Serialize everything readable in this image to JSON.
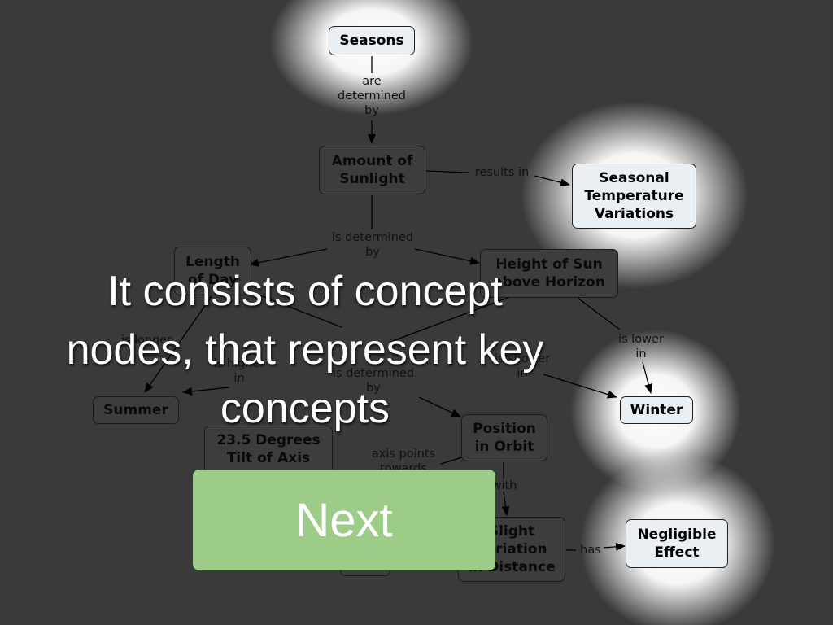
{
  "colors": {
    "background": "#3a3a3a",
    "highlighted_node": "#e9eff2",
    "dim_node": "#3d3d3d",
    "next_button": "#9ccc87",
    "overlay_text": "#ffffff"
  },
  "concept_map": {
    "nodes": {
      "seasons": "Seasons",
      "amount_sunlight": "Amount of\nSunlight",
      "seasonal_temp": "Seasonal\nTemperature\nVariations",
      "length_of_day": "Length\nof Day",
      "height_of_sun": "Height of Sun\nabove Horizon",
      "summer": "Summer",
      "winter": "Winter",
      "position_in_orbit": "Position\nin Orbit",
      "tilt_of_axis": "23.5 Degrees\nTilt of Axis",
      "slight_variation": "Slight\nVariation\nin Distance",
      "negligible_effect": "Negligible\nEffect"
    },
    "links": {
      "are_determined_by": "are\ndetermined\nby",
      "results_in": "results in",
      "is_determined_by_1": "is determined\nby",
      "is_longer_in": "is longer",
      "is_higher_in": "is higher\nin",
      "is_determined_by_2": "is determined\nby",
      "is_shorter_in": "is shorter\nin",
      "is_lower_in": "is lower\nin",
      "axis_points_towards": "axis points\ntowards",
      "with": "with",
      "has": "has"
    }
  },
  "overlay": {
    "text": "It consists of concept\nnodes, that represent key\nconcepts"
  },
  "buttons": {
    "next_label": "Next"
  }
}
